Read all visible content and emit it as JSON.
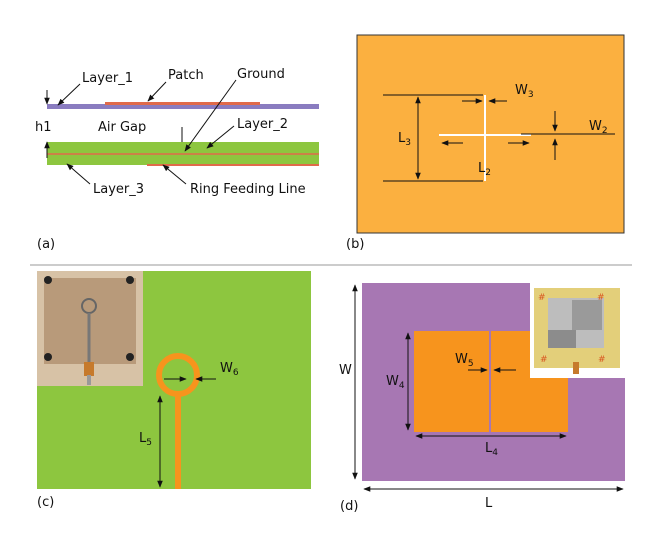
{
  "colors": {
    "layer_purple": "#8a7cc0",
    "patch_red": "#e06a4a",
    "substrate_green": "#8dc63f",
    "feed_orange": "#f7941d",
    "ground_orange": "#fbb040",
    "board_purple": "#a777b3",
    "patch_orange": "#f7941d",
    "slot_white": "#ffffff"
  },
  "panel_a": {
    "caption": "(a)",
    "layer_1": "Layer_1",
    "patch": "Patch",
    "ground": "Ground",
    "h1": "h1",
    "air_gap": "Air Gap",
    "layer_2": "Layer_2",
    "layer_3": "Layer_3",
    "ring_feeding_line": "Ring Feeding Line"
  },
  "panel_b": {
    "caption": "(b)",
    "w3": {
      "main": "W",
      "sub": "3"
    },
    "w2": {
      "main": "W",
      "sub": "2"
    },
    "l3": {
      "main": "L",
      "sub": "3"
    },
    "l2": {
      "main": "L",
      "sub": "2"
    }
  },
  "panel_c": {
    "caption": "(c)",
    "w6": {
      "main": "W",
      "sub": "6"
    },
    "l5": {
      "main": "L",
      "sub": "5"
    }
  },
  "panel_d": {
    "caption": "(d)",
    "w": "W",
    "l": "L",
    "w4": {
      "main": "W",
      "sub": "4"
    },
    "w5": {
      "main": "W",
      "sub": "5"
    },
    "l4": {
      "main": "L",
      "sub": "4"
    }
  },
  "icons": [
    "prototype-photo-c",
    "prototype-photo-d"
  ]
}
